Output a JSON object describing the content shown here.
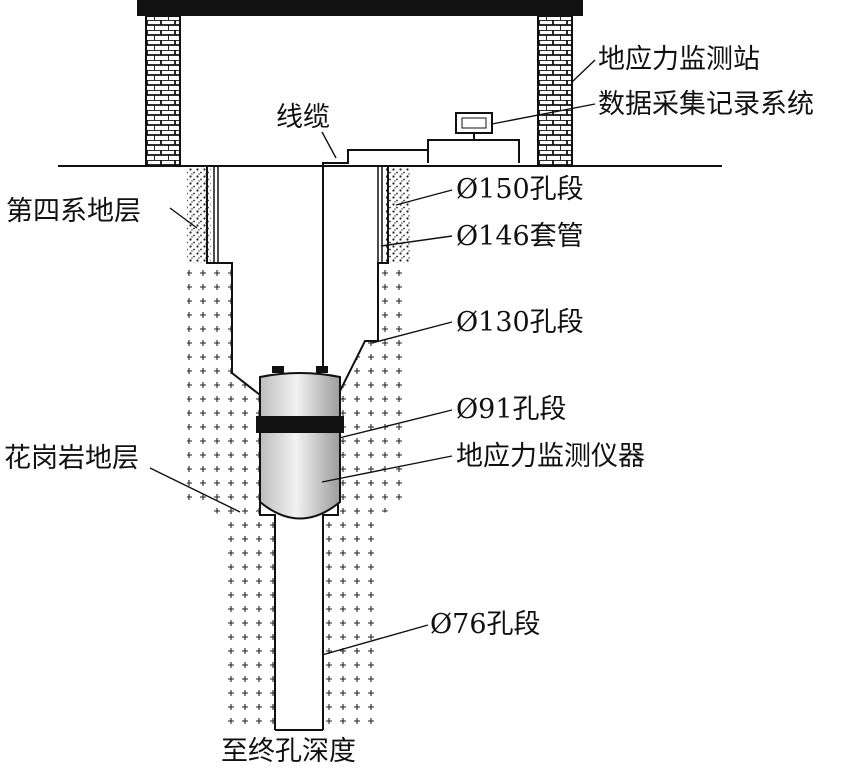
{
  "labels": {
    "station": "地应力监测站",
    "acquisition": "数据采集记录系统",
    "cable": "线缆",
    "quaternary": "第四系地层",
    "hole150": "Ø150孔段",
    "casing146": "Ø146套管",
    "hole130": "Ø130孔段",
    "hole91": "Ø91孔段",
    "instrument": "地应力监测仪器",
    "granite": "花岗岩地层",
    "hole76": "Ø76孔段",
    "bottom": "至终孔深度"
  },
  "colors": {
    "line": "#111111",
    "hatch": "#222222",
    "instrument_light": "#f2f2f2",
    "instrument_mid": "#bdbdbd",
    "band": "#111111"
  },
  "patterns": {
    "granite": "plus-hatch",
    "quaternary": "stipple-dots",
    "station_walls": "brick"
  }
}
